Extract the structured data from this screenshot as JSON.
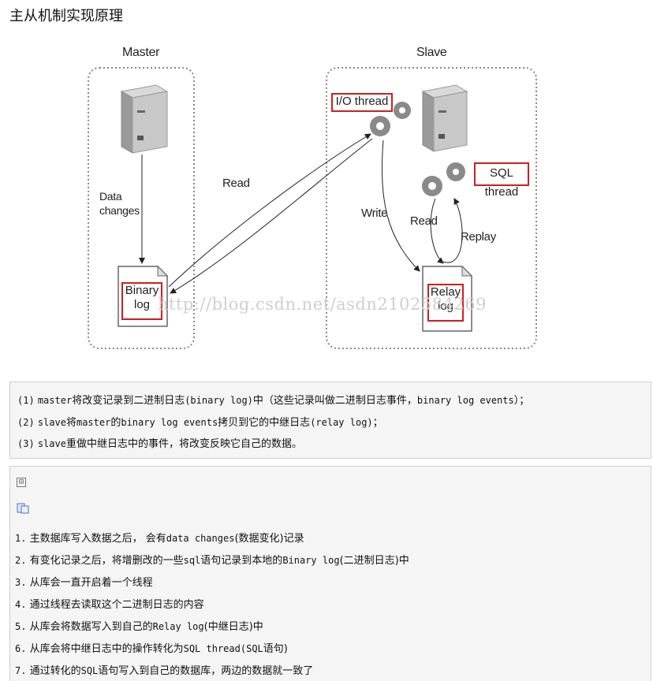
{
  "title": "主从机制实现原理",
  "diagram": {
    "master_label": "Master",
    "slave_label": "Slave",
    "io_thread": "I/O thread",
    "sql_thread": "SQL thread",
    "binary_log": "Binary log",
    "relay_log": "Relay log",
    "data_changes": "Data changes",
    "read_label": "Read",
    "write_label": "Write",
    "read2_label": "Read",
    "replay_label": "Replay",
    "watermark": "http://blog.csdn.net/asdn2102584269"
  },
  "box1": {
    "lines": [
      {
        "num": "(1)",
        "a": "master",
        "b": "将改变记录到二进制日志",
        "c": "(binary log)",
        "d": "中（这些记录叫做二进制日志事件，",
        "e": "binary log events",
        "f": "）；"
      },
      {
        "num": "(2)",
        "a": "slave",
        "b": "将",
        "c": "master",
        "d": "的",
        "e": "binary log events",
        "f": "拷贝到它的中继日志",
        "g": "(relay log)",
        "h": "；"
      },
      {
        "num": "(3)",
        "a": "slave",
        "b": "重做中继日志中的事件，将改变反映它自己的数据。"
      }
    ]
  },
  "box2": {
    "collapse_symbol": "⊟",
    "items": [
      {
        "num": "1.",
        "a": "主数据库写入数据之后， 会有",
        "b": "data changes",
        "c": "(数据变化)记录"
      },
      {
        "num": "2.",
        "a": "有变化记录之后，将增删改的一些",
        "b": "sql",
        "c": "语句记录到本地的",
        "d": "Binary log",
        "e": "(二进制日志)中"
      },
      {
        "num": "3.",
        "a": "从库会一直开启着一个线程"
      },
      {
        "num": "4.",
        "a": "通过线程去读取这个二进制日志的内容"
      },
      {
        "num": "5.",
        "a": "从库会将数据写入到自己的",
        "b": "Relay log",
        "c": "(中继日志)中"
      },
      {
        "num": "6.",
        "a": "从库会将中继日志中的操作转化为",
        "b": "SQL thread",
        "c": "(",
        "d": "SQL",
        "e": "语句)"
      },
      {
        "num": "7.",
        "a": "通过转化的",
        "b": "SQL",
        "c": "语句写入到自己的数据库，两边的数据就一致了"
      }
    ]
  }
}
